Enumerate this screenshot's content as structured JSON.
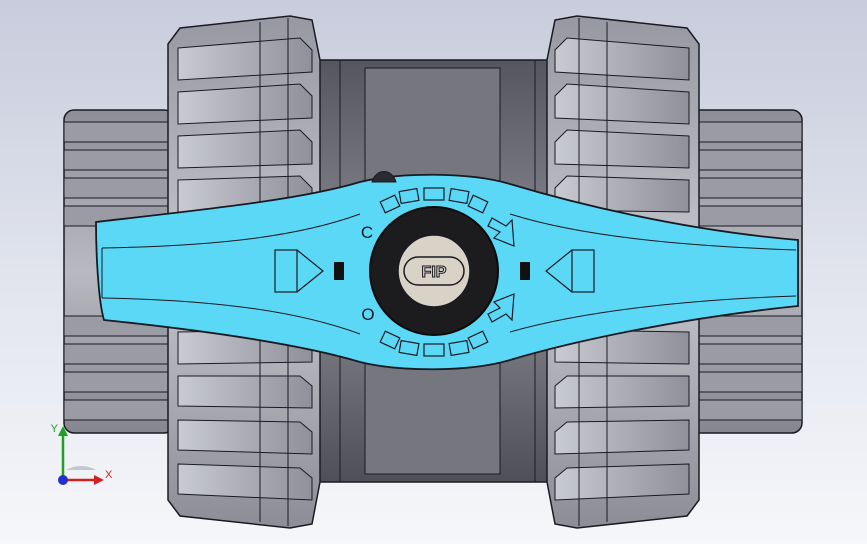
{
  "viewport": {
    "background_top": "#c8ccdc",
    "background_bottom": "#f6f7fa"
  },
  "model": {
    "type": "ball-valve-assembly",
    "handle_color": "#5ad8f5",
    "body_color": "#6f7078",
    "edge_color": "#1a1a22",
    "handle_logo_text": "FIP",
    "handle_marks": [
      "C",
      "O"
    ]
  },
  "triad": {
    "x_label": "X",
    "y_label": "Y",
    "x_color": "#d02020",
    "y_color": "#20a020",
    "z_color": "#2030d0"
  }
}
